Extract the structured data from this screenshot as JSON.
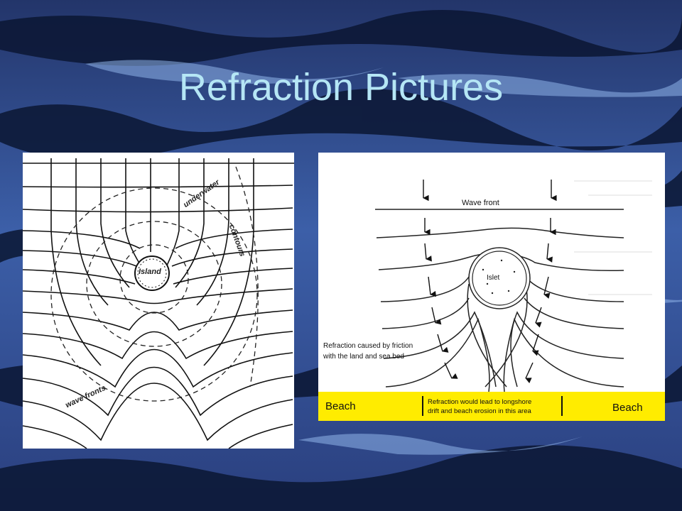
{
  "slide": {
    "title": "Refraction Pictures"
  },
  "left_diagram": {
    "labels": {
      "island": "Island",
      "underwater": "underwater",
      "contours": "contours",
      "wave_fronts": "wave fronts"
    }
  },
  "right_diagram": {
    "labels": {
      "wave_front": "Wave front",
      "islet": "Islet",
      "refraction_line1": "Refraction caused by friction",
      "refraction_line2": "with the land and sea bed",
      "beach_left": "Beach",
      "beach_right": "Beach",
      "longshore_line1": "Refraction would lead to longshore",
      "longshore_line2": "drift and beach erosion in this area"
    },
    "beach_color": "#ffec00"
  }
}
